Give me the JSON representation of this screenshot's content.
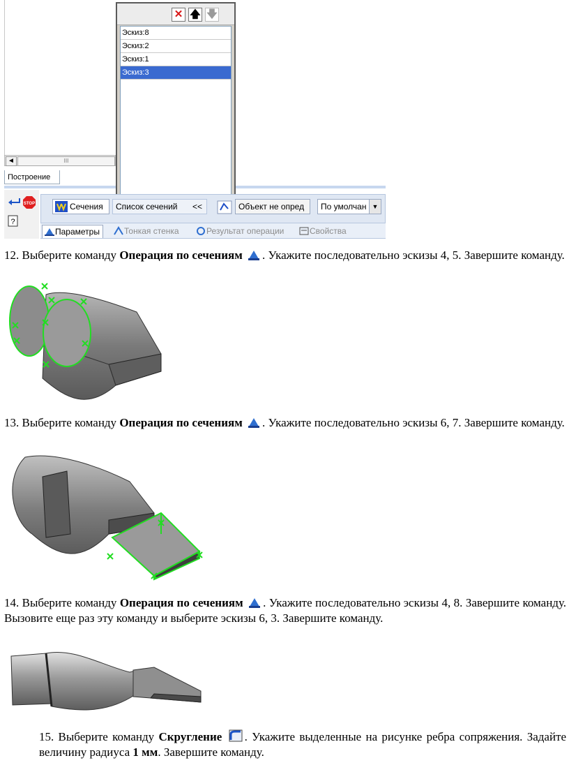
{
  "screenshot": {
    "list_items": [
      "Эскиз:8",
      "Эскиз:2",
      "Эскиз:1",
      "Эскиз:3"
    ],
    "selected_index": 3,
    "build_tab": "Построение",
    "scroll_thumb": "III",
    "toolbar": {
      "sections_label": "Сечения",
      "section_list_label": "Список сечений",
      "collapse_symbol": "<<",
      "object_field": "Объект не опред",
      "default_select": "По умолчан"
    },
    "tabs": [
      "Параметры",
      "Тонкая стенка",
      "Результат операции",
      "Свойства"
    ]
  },
  "steps": [
    {
      "number": "12.",
      "pre": "Выберите команду ",
      "command": "Операция по сечениям",
      "post": ". Укажите последовательно эскизы 4, 5. Завершите команду."
    },
    {
      "number": "13.",
      "pre": "Выберите команду ",
      "command": "Операция по сечениям",
      "post": ". Укажите последовательно эскизы 6, 7. Завершите команду."
    },
    {
      "number": "14.",
      "pre": "Выберите команду ",
      "command": "Операция по сечениям",
      "post": ". Укажите последовательно эскизы 4, 8. Завершите команду. Вызовите еще раз эту команду и выберите эскизы 6, 3. Завершите команду."
    },
    {
      "number": "15.",
      "pre": "Выберите команду ",
      "command": "Скругление",
      "post": ". Укажите выделенные на рисунке ребра сопряжения. Задайте величину радиуса ",
      "bold_value": "1 мм",
      "tail": ". Завершите команду."
    }
  ],
  "colors": {
    "highlight_green": "#22dd22",
    "selection_blue": "#3a6ad0",
    "model_gray": "#8a8a8a"
  }
}
